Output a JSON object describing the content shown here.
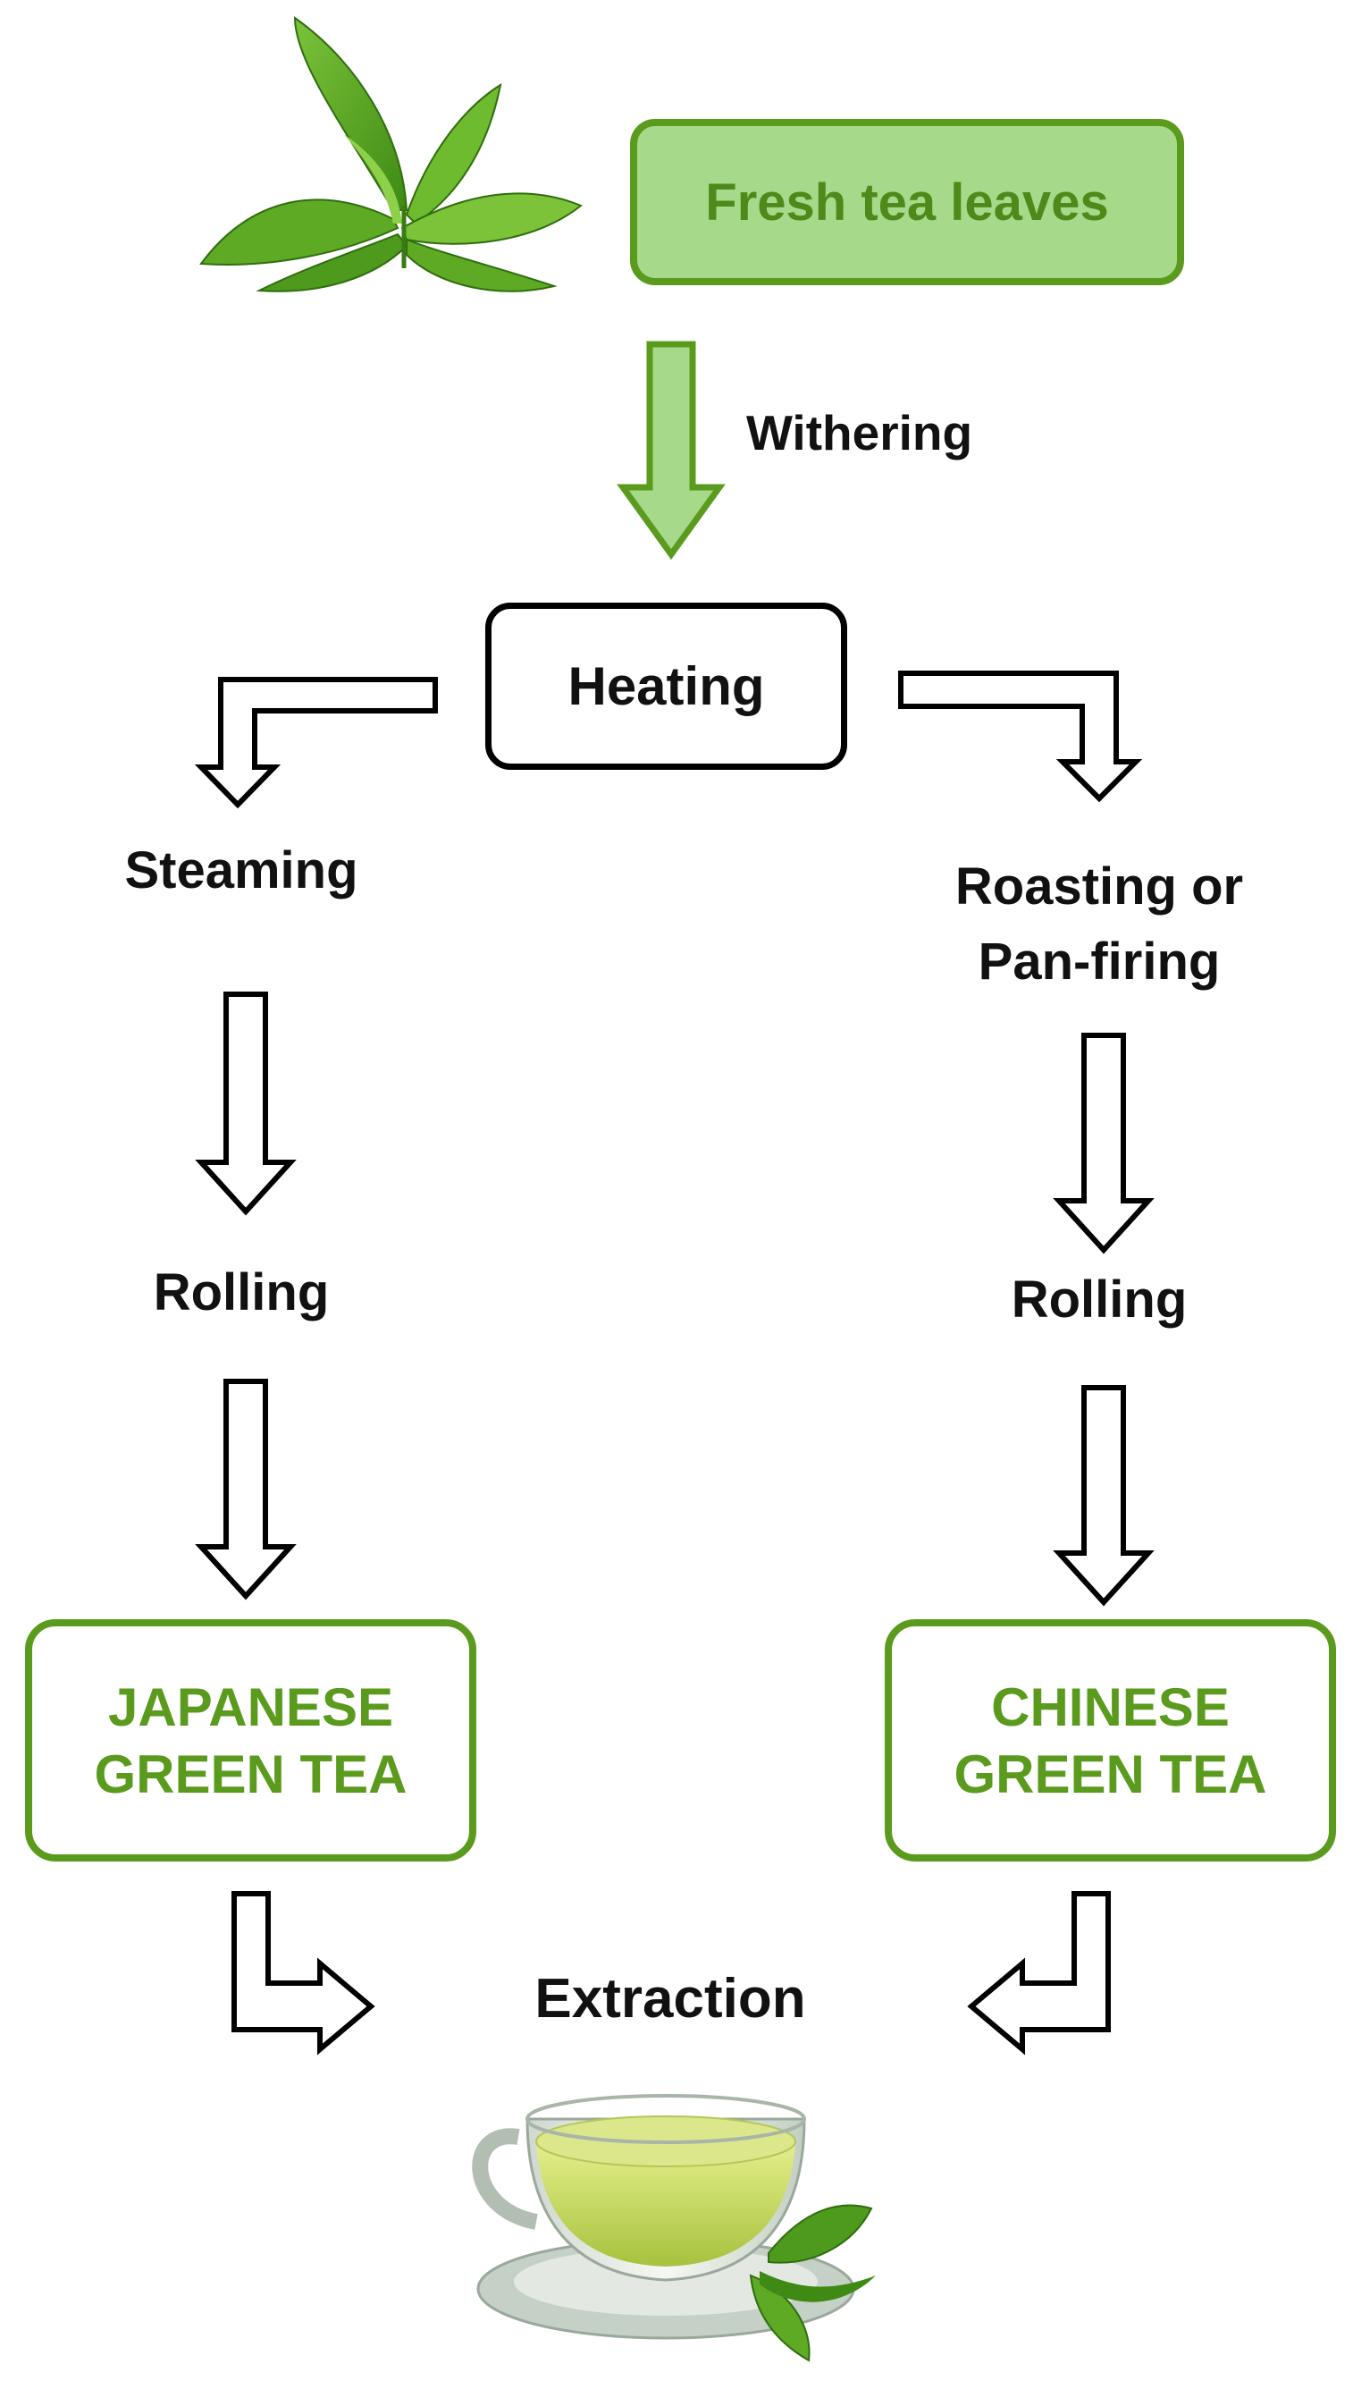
{
  "nodes": {
    "fresh_leaves": "Fresh tea leaves",
    "heating": "Heating",
    "japanese_line1": "JAPANESE",
    "japanese_line2": "GREEN TEA",
    "chinese_line1": "CHINESE",
    "chinese_line2": "GREEN TEA"
  },
  "labels": {
    "withering": "Withering",
    "steaming": "Steaming",
    "roasting_line1": "Roasting or",
    "roasting_line2": "Pan-firing",
    "rolling_left": "Rolling",
    "rolling_right": "Rolling",
    "extraction": "Extraction"
  },
  "colors": {
    "green_border": "#5a9a1c",
    "green_fill": "#a6d98a",
    "green_text": "#5a9a1c",
    "outline": "#000000"
  },
  "icons": {
    "top": "tea-leaves-icon",
    "bottom": "tea-cup-icon"
  }
}
